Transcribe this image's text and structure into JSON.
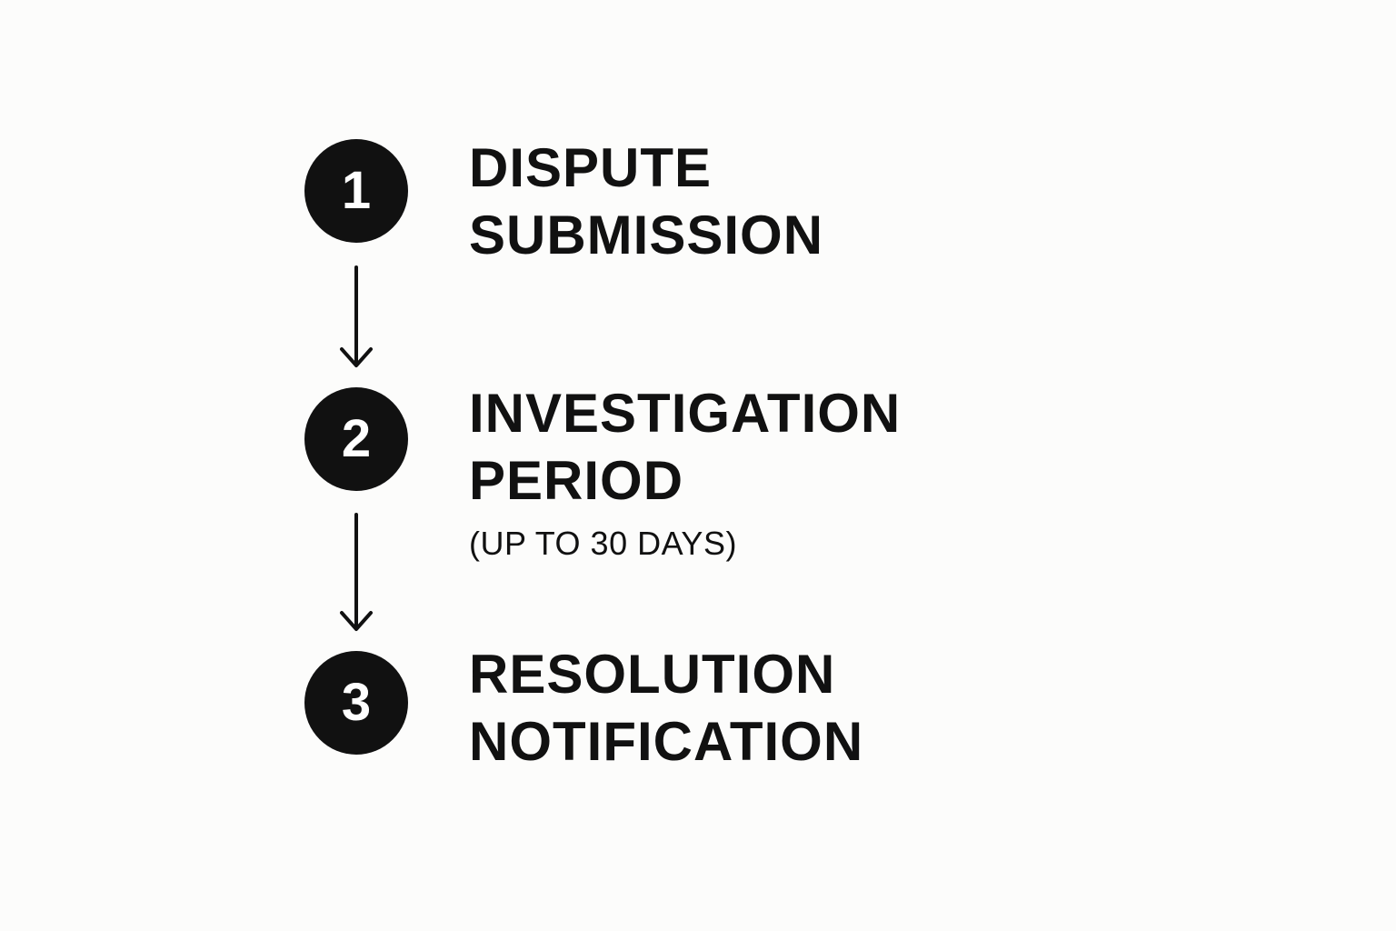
{
  "steps": [
    {
      "number": "1",
      "title_lines": [
        "DISPUTE",
        "SUBMISSION"
      ],
      "note": ""
    },
    {
      "number": "2",
      "title_lines": [
        "INVESTIGATION",
        "PERIOD"
      ],
      "note": "(UP TO 30 DAYS)"
    },
    {
      "number": "3",
      "title_lines": [
        "RESOLUTION",
        "NOTIFICATION"
      ],
      "note": ""
    }
  ],
  "colors": {
    "background": "#fcfcfb",
    "ink": "#111111",
    "circle_text": "#ffffff"
  }
}
